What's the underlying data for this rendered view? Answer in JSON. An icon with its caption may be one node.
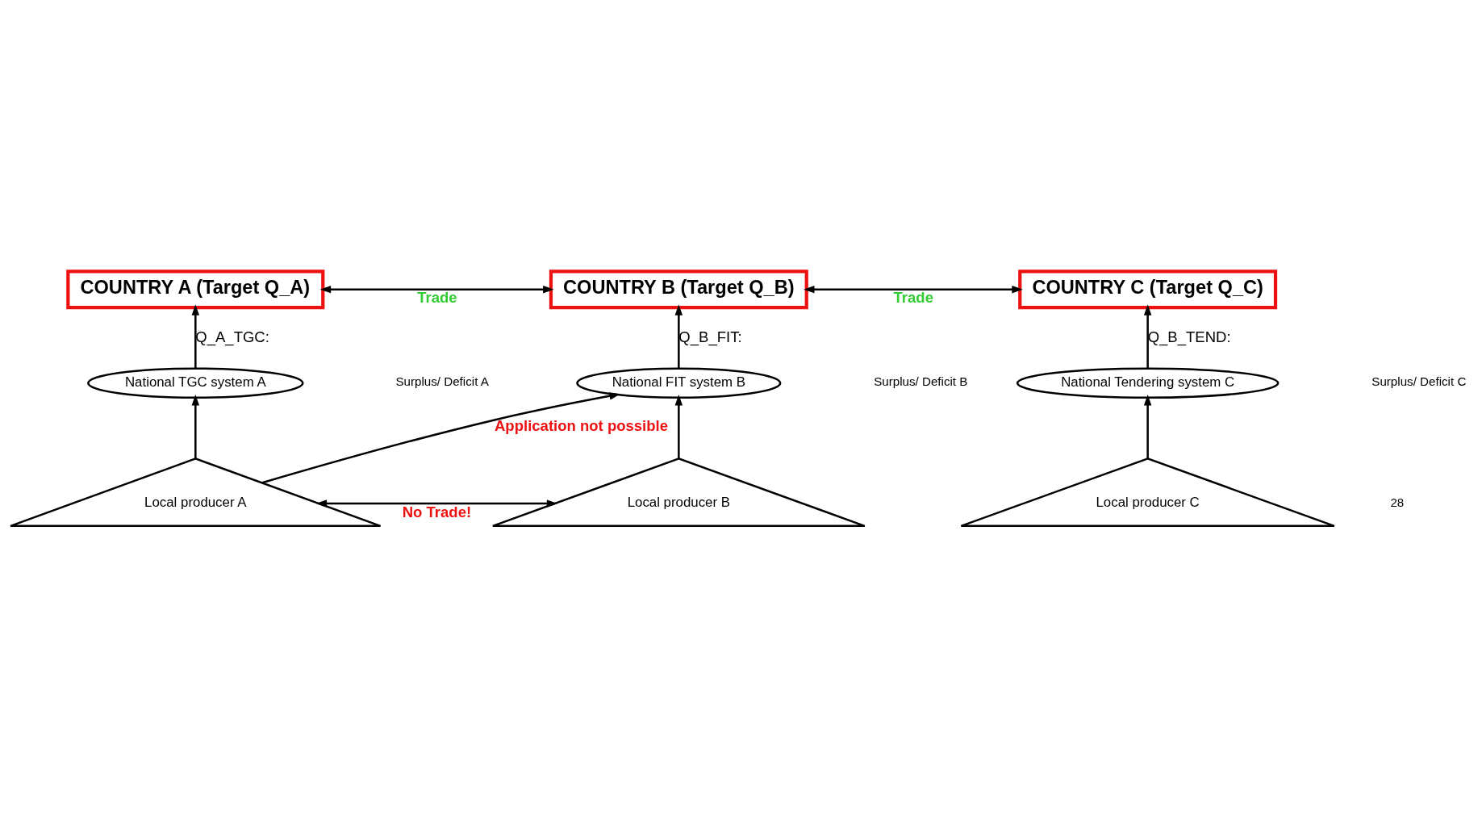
{
  "diagram": {
    "nodes": [
      {
        "text": [
          "COUNTRY A (Target Q_A)"
        ]
      },
      {
        "text": [
          "COUNTRY B (Target Q_B)"
        ]
      },
      {
        "text": [
          "COUNTRY C (Target Q_C)"
        ]
      },
      {
        "text": [
          "National TGC system A"
        ]
      },
      {
        "text": [
          "National FIT system B"
        ]
      },
      {
        "text": [
          "National Tendering system C"
        ]
      },
      {
        "text": [
          "Local producer A"
        ]
      },
      {
        "text": [
          "Local producer B"
        ]
      },
      {
        "text": [
          "Local producer C"
        ]
      }
    ],
    "edges": [
      {
        "from": 0,
        "to": 1,
        "arrow": "both",
        "label": "Trade"
      },
      {
        "from": 1,
        "to": 2,
        "arrow": "both",
        "label": "Trade"
      },
      {
        "from": 3,
        "to": 0,
        "arrow": "to",
        "label": "Q_A_TGC:"
      },
      {
        "from": 4,
        "to": 1,
        "arrow": "to",
        "label": "Q_B_FIT:"
      },
      {
        "from": 5,
        "to": 2,
        "arrow": "to",
        "label": "Q_B_TEND:"
      },
      {
        "from": 6,
        "to": 3,
        "arrow": "to"
      },
      {
        "from": 7,
        "to": 4,
        "arrow": "to"
      },
      {
        "from": 8,
        "to": 5,
        "arrow": "to"
      },
      {
        "from": 6,
        "to": 4,
        "arrow": "to",
        "label": "Application not possible"
      },
      {
        "from": 6,
        "to": 7,
        "arrow": "both",
        "label": "No Trade!"
      }
    ],
    "labels": [
      "Surplus/ Deficit A",
      "Surplus/ Deficit B",
      "Surplus/ Deficit C",
      "28"
    ]
  }
}
